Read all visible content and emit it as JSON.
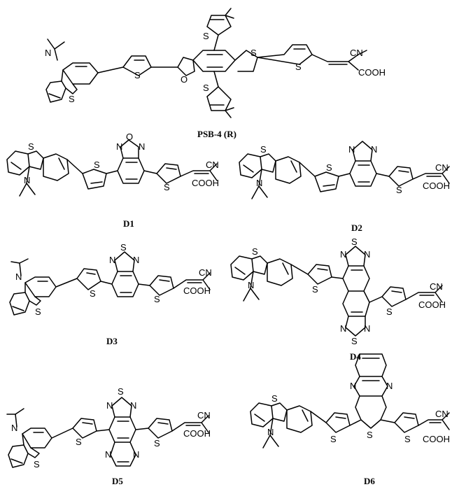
{
  "figure": {
    "captions": {
      "PSB4": "PSB-4 (R)",
      "D1": "D1",
      "D2": "D2",
      "D3": "D3",
      "D4": "D4",
      "D5": "D5",
      "D6": "D6"
    },
    "atoms": {
      "S": "S",
      "N": "N",
      "O": "O",
      "CN": "CN",
      "COOH": "COOH"
    }
  }
}
